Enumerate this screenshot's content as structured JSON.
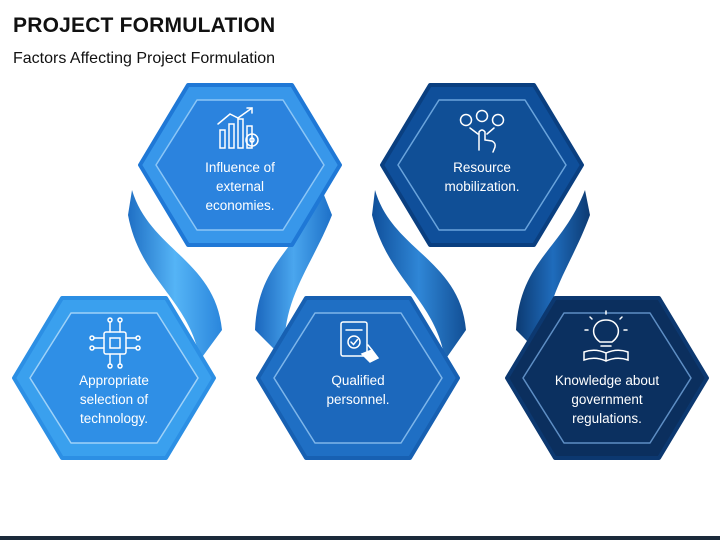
{
  "header": {
    "title": "PROJECT FORMULATION",
    "subtitle": "Factors Affecting Project Formulation"
  },
  "colors": {
    "hex1": "#2d8ee6",
    "hex2": "#1f73cc",
    "hex3": "#0d4f9a",
    "hex4": "#0c3f80",
    "hex5": "#0b2f5e",
    "ribbon_light": "#45a8f2",
    "ribbon_dark": "#1560b0"
  },
  "factors": [
    {
      "icon": "circuit-chip-icon",
      "label": "Appropriate\nselection of\ntechnology."
    },
    {
      "icon": "growth-chart-gear-icon",
      "label": "Influence of\nexternal\neconomies."
    },
    {
      "icon": "approved-document-icon",
      "label": "Qualified\npersonnel."
    },
    {
      "icon": "resource-hand-icon",
      "label": "Resource\nmobilization."
    },
    {
      "icon": "lightbulb-book-icon",
      "label": "Knowledge about\ngovernment\nregulations."
    }
  ]
}
